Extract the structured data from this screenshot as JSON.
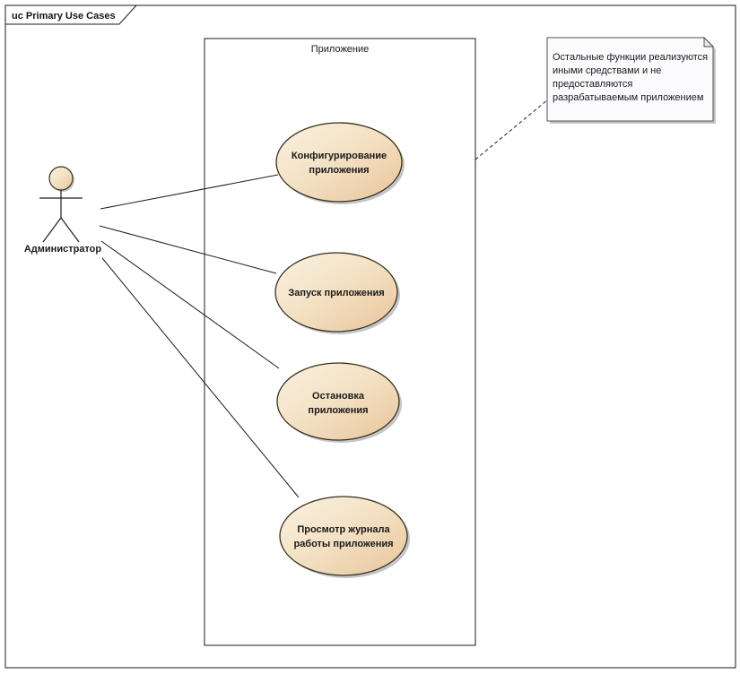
{
  "frame": {
    "label": "uc Primary Use Cases"
  },
  "boundary": {
    "title": "Приложение"
  },
  "actor": {
    "label": "Администратор"
  },
  "use_cases": [
    {
      "id": "configure-application",
      "lines": [
        "Конфигурирование",
        "приложения"
      ]
    },
    {
      "id": "start-application",
      "lines": [
        "Запуск приложения"
      ]
    },
    {
      "id": "stop-application",
      "lines": [
        "Остановка",
        "приложения"
      ]
    },
    {
      "id": "view-application-log",
      "lines": [
        "Просмотр журнала",
        "работы приложения"
      ]
    }
  ],
  "note": {
    "lines": [
      "Остальные функции реализуются",
      "иными средствами и не",
      "предоставляются",
      "разрабатываемым приложением"
    ]
  },
  "colors": {
    "background": "#ffffff",
    "usecase_gradient_start": "#faf2e1",
    "usecase_gradient_mid": "#f3e0c2",
    "usecase_gradient_end": "#e9c59a",
    "usecase_border": "#35311f",
    "shadow": "#c6c6c6",
    "note_fill": "#fbfafd",
    "note_border": "#4f4f4f",
    "line": "#1c1c1c",
    "text": "#1a1a1a"
  }
}
